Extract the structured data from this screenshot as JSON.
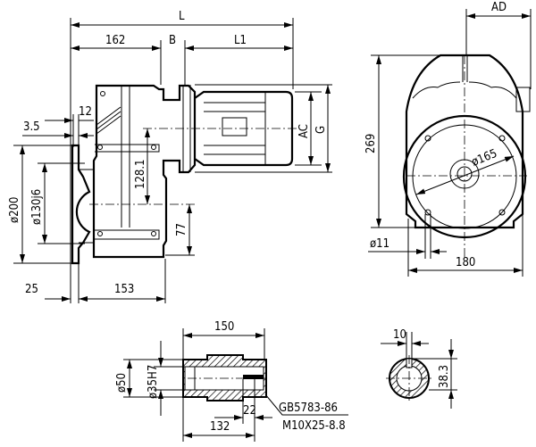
{
  "side_view": {
    "dim_L": "L",
    "dim_162": "162",
    "dim_B": "B",
    "dim_L1": "L1",
    "dim_3_5": "3.5",
    "dim_12": "12",
    "dim_d200": "ø200",
    "dim_d130j6": "ø130j6",
    "dim_128_1": "128.1",
    "dim_77": "77",
    "dim_AC": "AC",
    "dim_G": "G",
    "dim_25": "25",
    "dim_153": "153"
  },
  "front_view": {
    "dim_AD": "AD",
    "dim_269": "269",
    "dim_d165": "ø165",
    "dim_d11": "ø11",
    "dim_180": "180"
  },
  "hollow_shaft": {
    "dim_150": "150",
    "dim_d50": "ø50",
    "dim_d35H7": "ø35H7",
    "dim_22": "22",
    "dim_132": "132",
    "bolt_standard": "GB5783-86",
    "bolt_spec": "M10X25-8.8"
  },
  "shaft_section": {
    "dim_10": "10",
    "dim_38_3": "38.3"
  }
}
